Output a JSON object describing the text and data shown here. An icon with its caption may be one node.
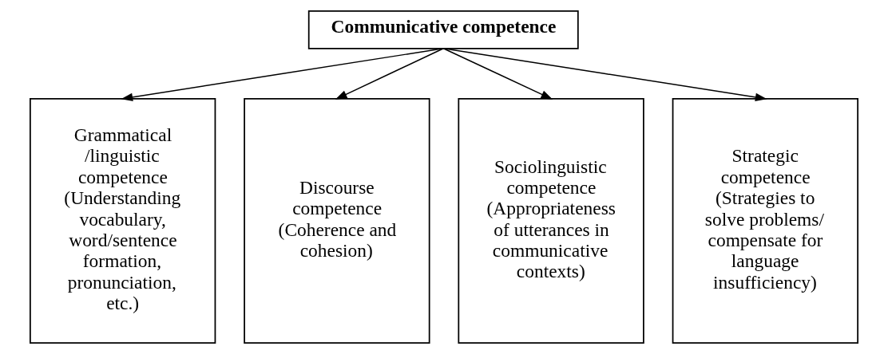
{
  "diagram": {
    "nodes": [
      {
        "text": [
          "Communicative competence"
        ]
      },
      {
        "text": [
          "Grammatical /linguistic competence",
          "(Understanding vocabulary, word/sentence formation, pronunciation, etc.)"
        ]
      },
      {
        "text": [
          "Discourse competence",
          "(Coherence and cohesion)"
        ]
      },
      {
        "text": [
          "Sociolinguistic competence",
          "(Appropriateness of utterances in communicative contexts)"
        ]
      },
      {
        "text": [
          "Strategic competence",
          "(Strategies to solve problems/ compensate for language insufficiency)"
        ]
      }
    ],
    "edges": [
      {
        "from": 0,
        "to": 1,
        "arrow": "to"
      },
      {
        "from": 0,
        "to": 2,
        "arrow": "to"
      },
      {
        "from": 0,
        "to": 3,
        "arrow": "to"
      },
      {
        "from": 0,
        "to": 4,
        "arrow": "to"
      }
    ]
  }
}
